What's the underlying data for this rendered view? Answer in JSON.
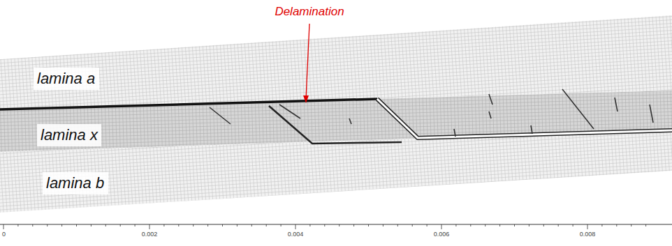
{
  "diagram": {
    "nodes": [
      {
        "text": [
          "lamina a"
        ]
      },
      {
        "text": [
          "lamina x"
        ]
      },
      {
        "text": [
          "lamina b"
        ]
      }
    ],
    "labels": [
      "Delamination",
      "0",
      "0.002",
      "0.004",
      "0.006",
      "0.008"
    ]
  }
}
